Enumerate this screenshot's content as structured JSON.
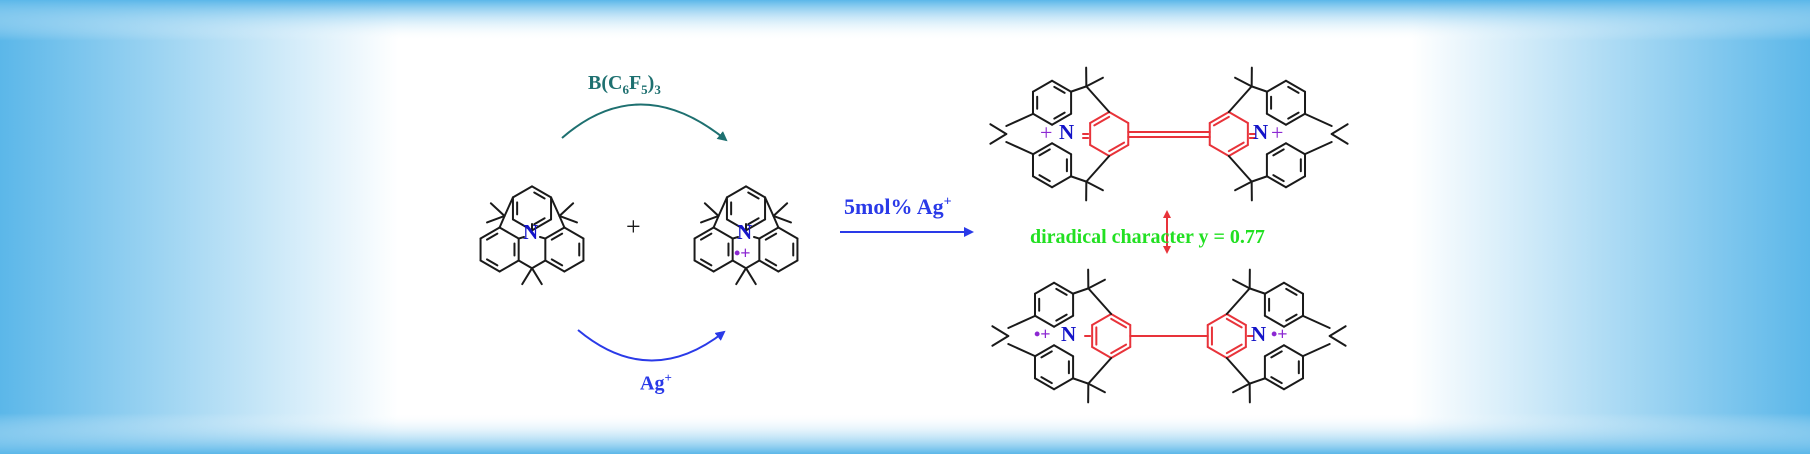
{
  "colors": {
    "bond": "#1a1a1a",
    "nitrogen": "#1414c8",
    "cation": "#8c28d2",
    "conjugated_bond": "#e8333a",
    "arrow_top": "#1e7070",
    "arrow_bottom": "#2a3ae8",
    "arrow_main": "#2a3ae8",
    "diradical_text": "#22e022",
    "resonance_arrow": "#e8333a",
    "background_edge": "#5bb7e9",
    "background_center": "#ffffff"
  },
  "labels": {
    "plus_sign": "+",
    "reagent_top": {
      "base": "B(C",
      "sub1": "6",
      "mid": "F",
      "sub2": "5",
      "close": ")",
      "sub3": "3"
    },
    "reagent_bottom": {
      "base": "Ag",
      "sup": "+"
    },
    "catalyst": {
      "base": "5mol% Ag",
      "sup": "+"
    },
    "diradical": "diradical character y = 0.77"
  },
  "atoms": {
    "n": "N",
    "cation": "+",
    "radical_cation": "•+"
  },
  "structures": [
    {
      "name": "triarylamine",
      "type": "neutral"
    },
    {
      "name": "radical-cation",
      "type": "radical cation"
    },
    {
      "name": "dimer-quinoidal",
      "type": "dication, closed-shell"
    },
    {
      "name": "dimer-diradical",
      "type": "dication, diradical"
    }
  ]
}
